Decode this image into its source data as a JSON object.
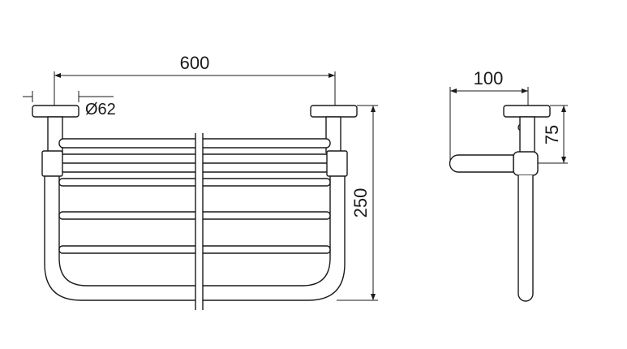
{
  "dimensions": {
    "width_label": "600",
    "height_label": "250",
    "diameter_label": "Ø62",
    "depth_label": "100",
    "offset_label": "75"
  }
}
